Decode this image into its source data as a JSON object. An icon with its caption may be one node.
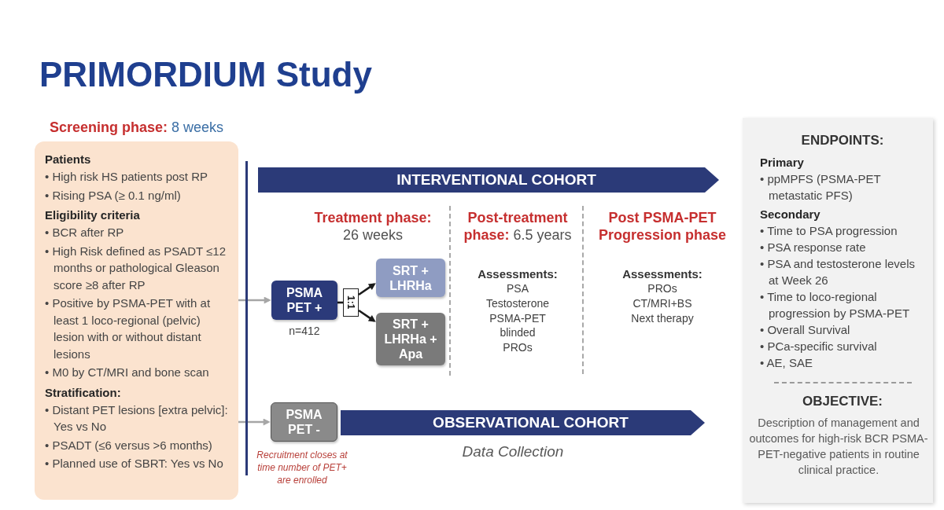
{
  "diagram": {
    "title": "PRIMORDIUM Study",
    "nodes": [
      {
        "text": [
          "**Screening phase:** 8 weeks",
          "Patients",
          "• High risk HS patients post RP",
          "• Rising PSA (≥ 0.1 ng/ml)",
          "Eligibility criteria",
          "• BCR after RP",
          "• High Risk defined as PSADT ≤12 months or pathological Gleason score ≥8 after RP",
          "• Positive by PSMA-PET with at least 1 loco-regional (pelvic) lesion with or without distant lesions",
          "• M0 by CT/MRI and bone scan",
          "Stratification:",
          "• Distant PET lesions [extra pelvic]: Yes vs No",
          "• PSADT (≤6 versus >6 months)",
          "• Planned use of SBRT: Yes vs No"
        ]
      },
      {
        "text": [
          "INTERVENTIONAL COHORT"
        ]
      },
      {
        "text": [
          "PSMA PET +"
        ],
        "beside": [
          "n=412"
        ]
      },
      {
        "text": [
          "1:1"
        ]
      },
      {
        "text": [
          "SRT + LHRHa"
        ]
      },
      {
        "text": [
          "SRT + LHRHa + Apa"
        ]
      },
      {
        "text": [
          "PSMA PET -"
        ],
        "beside": [
          "Recruitment closes at time number of PET+ are enrolled"
        ]
      },
      {
        "text": [
          "OBSERVATIONAL COHORT"
        ],
        "beside": [
          "Data Collection"
        ]
      },
      {
        "text": [
          "ENDPOINTS:",
          "Primary",
          "• ppMPFS (PSMA-PET metastatic PFS)",
          "Secondary",
          "• Time to PSA progression",
          "• PSA response rate",
          "• PSA and testosterone levels at Week 26",
          "• Time to loco-regional progression by PSMA-PET",
          "• Overall Survival",
          "• PCa-specific survival",
          "• AE, SAE",
          "OBJECTIVE:",
          "Description of management and outcomes for high-risk BCR PSMA-PET-negative patients in routine clinical practice."
        ]
      }
    ],
    "edges": [
      {
        "from": 0,
        "to": 2,
        "arrow": "to",
        "color": "#a6a6a6"
      },
      {
        "from": 0,
        "to": 6,
        "arrow": "to",
        "color": "#a6a6a6"
      },
      {
        "from": 2,
        "to": 3,
        "arrow": "none"
      },
      {
        "from": 3,
        "to": 4,
        "arrow": "to"
      },
      {
        "from": 3,
        "to": 5,
        "arrow": "to"
      }
    ],
    "labels": [
      "**Treatment phase:** 26 weeks",
      "**Post-treatment phase:** 6.5 years",
      "Post PSMA-PET Progression phase",
      "Assessments:",
      "PSA",
      "Testosterone",
      "PSMA-PET",
      "blinded",
      "PROs",
      "Assessments:",
      "PROs",
      "CT/MRI+BS",
      "Next therapy"
    ]
  }
}
